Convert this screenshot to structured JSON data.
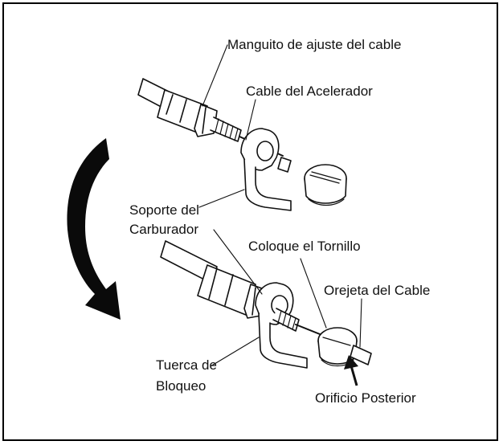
{
  "labels": {
    "adjuster_sleeve": "Manguito de ajuste del cable",
    "throttle_cable": "Cable del Acelerador",
    "carb_bracket_line1": "Soporte del",
    "carb_bracket_line2": "Carburador",
    "place_screw": "Coloque el Tornillo",
    "cable_lug": "Orejeta del Cable",
    "lock_nut_line1": "Tuerca de",
    "lock_nut_line2": "Bloqueo",
    "rear_hole": "Orificio Posterior"
  },
  "colors": {
    "ink": "#111111",
    "background": "#ffffff",
    "arrow_fill": "#0a0a0a"
  },
  "icons": {
    "transition_arrow": "curved-down-arrow-icon"
  }
}
